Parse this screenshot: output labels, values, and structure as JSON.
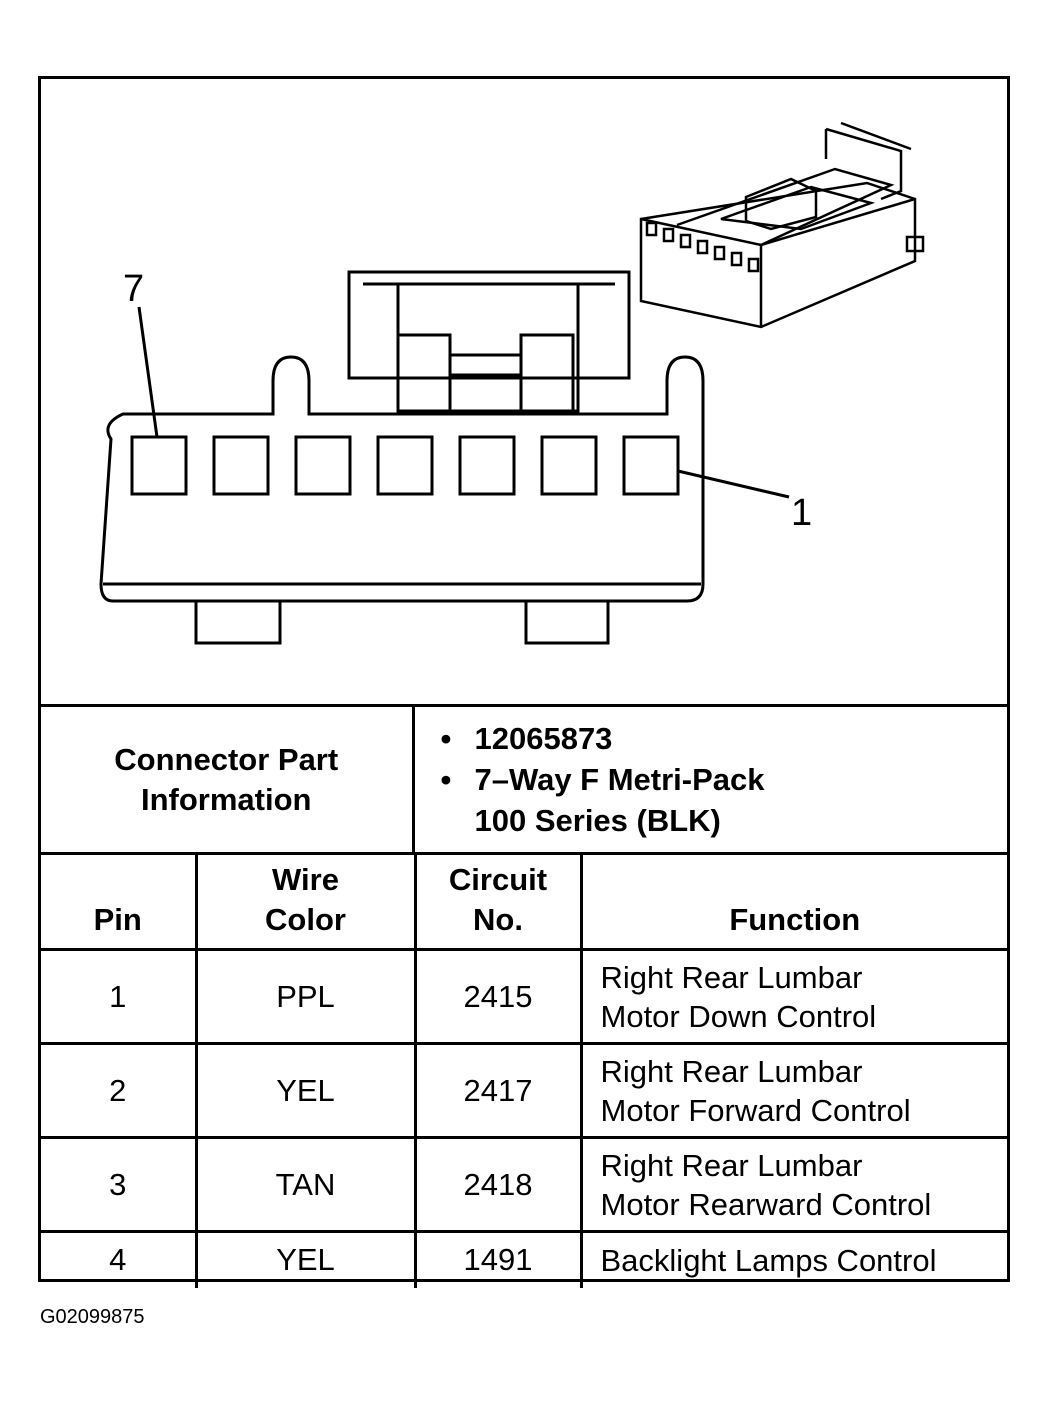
{
  "diagram": {
    "pin_label_left": "7",
    "pin_label_right": "1"
  },
  "connector_info": {
    "label_line1": "Connector Part",
    "label_line2": "Information",
    "part_number": "12065873",
    "desc_line1": "7–Way F Metri-Pack",
    "desc_line2": "100 Series (BLK)"
  },
  "table": {
    "headers": {
      "pin": "Pin",
      "wire_color_line1": "Wire",
      "wire_color_line2": "Color",
      "circuit_line1": "Circuit",
      "circuit_line2": "No.",
      "function": "Function"
    },
    "rows": [
      {
        "pin": "1",
        "color": "PPL",
        "circuit": "2415",
        "function_line1": "Right Rear Lumbar",
        "function_line2": "Motor Down Control"
      },
      {
        "pin": "2",
        "color": "YEL",
        "circuit": "2417",
        "function_line1": "Right Rear Lumbar",
        "function_line2": "Motor Forward Control"
      },
      {
        "pin": "3",
        "color": "TAN",
        "circuit": "2418",
        "function_line1": "Right Rear Lumbar",
        "function_line2": "Motor Rearward Control"
      },
      {
        "pin": "4",
        "color": "YEL",
        "circuit": "1491",
        "function_line1": "Backlight Lamps Control",
        "function_line2": ""
      }
    ]
  },
  "figure_code": "G02099875"
}
